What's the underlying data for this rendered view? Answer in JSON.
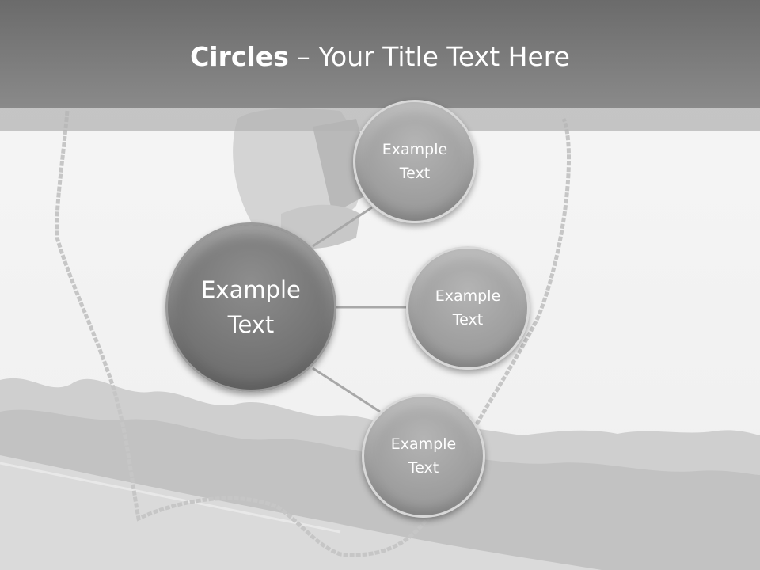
{
  "title": {
    "bold_part": "Circles",
    "rest": " – Your Title Text Here"
  },
  "main_circle": {
    "label": "Example\nText"
  },
  "satellites": [
    {
      "label": "Example\nText"
    },
    {
      "label": "Example\nText"
    },
    {
      "label": "Example\nText"
    }
  ],
  "colors": {
    "title_bar": "#7a7a7a",
    "main_circle": "#747474",
    "satellite": "#9e9e9e",
    "connector": "#a8a8a8"
  }
}
